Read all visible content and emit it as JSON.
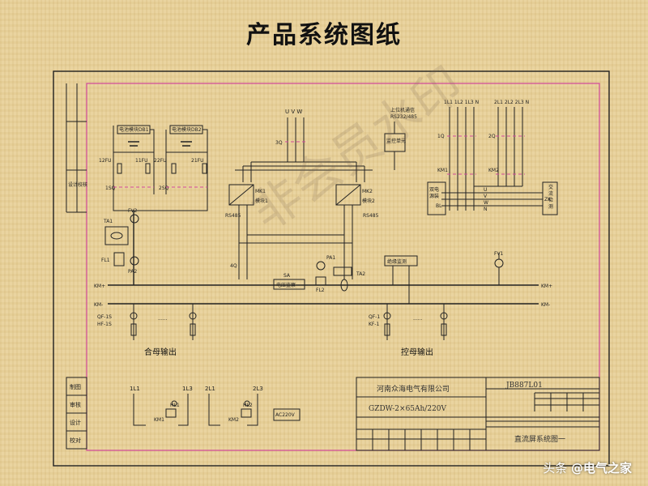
{
  "page_title": "产品系统图纸",
  "watermark": "非会员水印",
  "footer": {
    "source": "头条",
    "handle": "@电气之家"
  },
  "left_strip": {
    "label": "设计校核"
  },
  "labels": {
    "power_module_1": "电池模块DB1",
    "power_module_2": "电池模块DB2",
    "sw_1s": "1SQ",
    "sw_2s": "2SQ",
    "fu_12": "12FU",
    "fu_11": "11FU",
    "fu_22": "22FU",
    "fu_21": "21FU",
    "q1": "1Q",
    "q2": "2Q",
    "ta1": "TA1",
    "fv2": "FV2",
    "pa2": "PA2",
    "fl1": "FL1",
    "uvw": "U  V  W",
    "mk1": "MK1",
    "mk1_name": "模块1",
    "mk2": "MK2",
    "mk2_name": "模块2",
    "rs_left": "RS485",
    "rs_right": "RS485",
    "top_monitor_note": "上位机通信\nRS232/485",
    "monitor_unit": "监控单元",
    "bus_km_plus": "KM+",
    "bus_km_minus": "KM-",
    "bus_km_plus_r": "KM+",
    "bus_km_minus_r": "KM-",
    "sa_box": "SA",
    "sa_box_name": "电压监察",
    "pa1": "PA1",
    "fl2": "FL2",
    "ta2": "TA2",
    "insulation_box": "绝缘监测",
    "fv1": "FV1",
    "sq4": "4Q",
    "ac_in_left": "1L1 1L2 1L3 N",
    "ac_in_right": "2L1 2L2 2L3 N",
    "km1": "KM1",
    "km2": "KM2",
    "switch_box": "双电源切换装置",
    "ac_det": "交流检测",
    "bl": "BL",
    "zk": "ZK",
    "uvwn": "U V W N",
    "out_left_caption": "合母输出",
    "out_right_caption": "控母输出",
    "bottom_1l1": "1L1",
    "bottom_1l3": "1L3",
    "bottom_2l1": "2L1",
    "bottom_2l3": "2L3",
    "hl1": "HL1",
    "hl2": "HL2",
    "km1_b": "KM1",
    "km2_b": "KM2",
    "pwr_box": "AC220V",
    "company": "河南众海电气有限公司",
    "model": "GZDW-2×65Ah/220V",
    "drawing_no": "JB887L01",
    "drawing_name": "直流屏系统图一",
    "left_tb_1": "制图",
    "left_tb_2": "审核",
    "left_tb_3": "设计",
    "left_tb_4": "校对"
  }
}
